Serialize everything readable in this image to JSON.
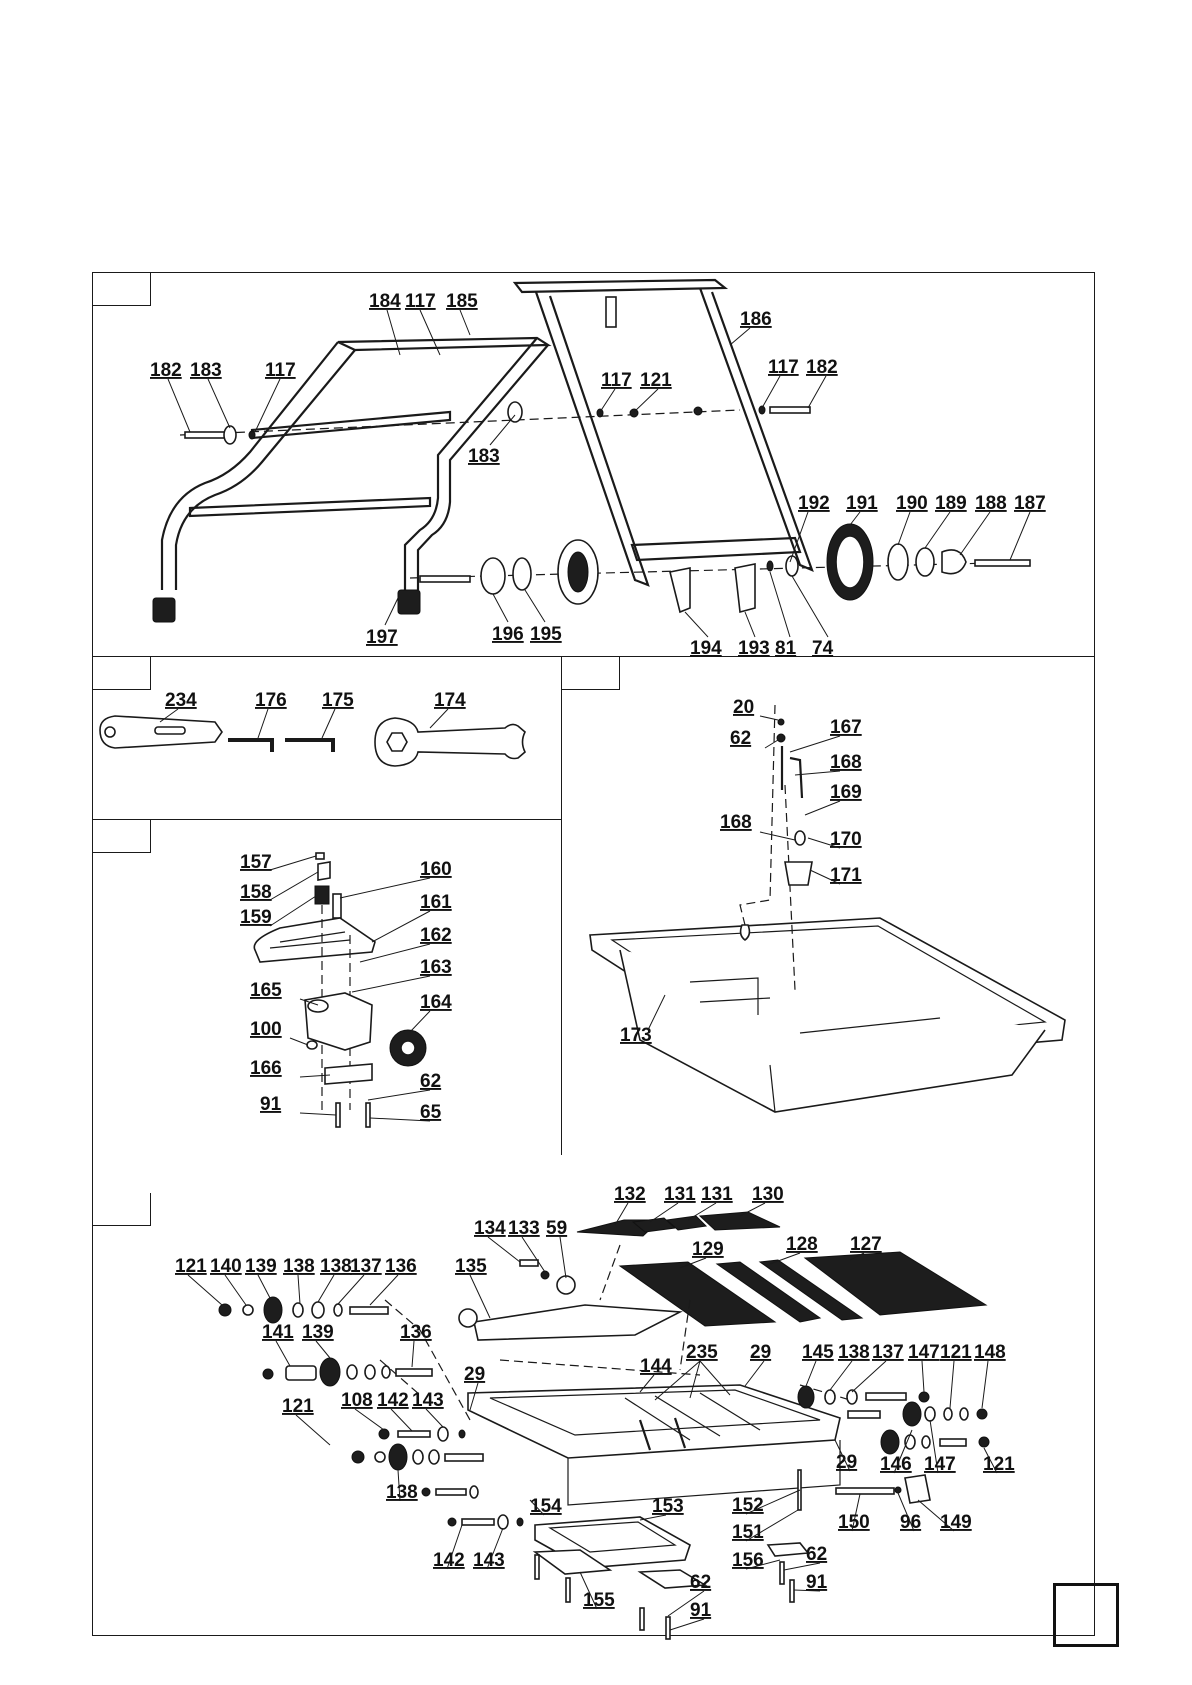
{
  "panels": [
    {
      "id": "stand",
      "labels": [
        "182",
        "183",
        "117",
        "184",
        "117",
        "185",
        "186",
        "117",
        "121",
        "117",
        "182",
        "183",
        "192",
        "191",
        "190",
        "189",
        "188",
        "187",
        "197",
        "196",
        "195",
        "194",
        "193",
        "81",
        "74"
      ]
    },
    {
      "id": "tools",
      "labels": [
        "234",
        "176",
        "175",
        "174"
      ]
    },
    {
      "id": "water-tray",
      "labels": [
        "20",
        "62",
        "167",
        "168",
        "169",
        "168",
        "170",
        "171",
        "173"
      ]
    },
    {
      "id": "guide",
      "labels": [
        "157",
        "158",
        "160",
        "159",
        "161",
        "162",
        "163",
        "165",
        "164",
        "100",
        "166",
        "62",
        "91",
        "65"
      ]
    },
    {
      "id": "sliding-table",
      "labels": [
        "132",
        "131",
        "131",
        "130",
        "134",
        "133",
        "59",
        "129",
        "128",
        "127",
        "135",
        "121",
        "140",
        "139",
        "138",
        "138",
        "137",
        "136",
        "141",
        "139",
        "136",
        "29",
        "144",
        "235",
        "29",
        "145",
        "138",
        "137",
        "147",
        "121",
        "148",
        "121",
        "108",
        "142",
        "143",
        "146",
        "147",
        "121",
        "138",
        "29",
        "154",
        "153",
        "152",
        "151",
        "150",
        "96",
        "149",
        "142",
        "143",
        "156",
        "62",
        "91",
        "155",
        "62",
        "91"
      ]
    }
  ],
  "page_number": ""
}
